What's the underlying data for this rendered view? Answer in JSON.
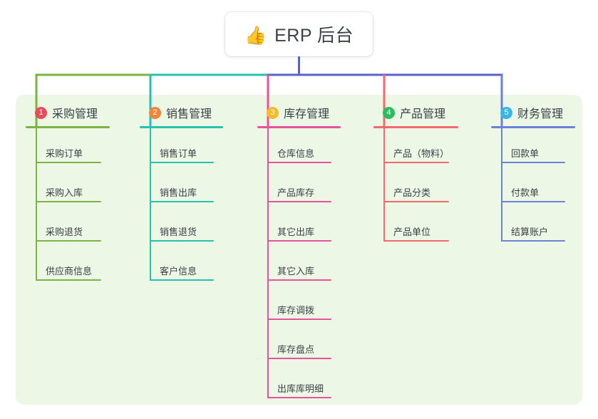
{
  "root": {
    "icon": "thumbs-up-icon",
    "emoji": "👍",
    "title": "ERP 后台"
  },
  "theme": {
    "panel_bg": "#edf7e6",
    "card_bg": "#ffffff",
    "text": "#3b3f46",
    "trunk_line": "#5b5fcf"
  },
  "columns": [
    {
      "number": "1",
      "label": "采购管理",
      "badge_color": "#ea4a5a",
      "line_color": "#7cb342",
      "items": [
        "采购订单",
        "采购入库",
        "采购退货",
        "供应商信息"
      ]
    },
    {
      "number": "2",
      "label": "销售管理",
      "badge_color": "#f08437",
      "line_color": "#27c2ae",
      "items": [
        "销售订单",
        "销售出库",
        "销售退货",
        "客户信息"
      ]
    },
    {
      "number": "3",
      "label": "库存管理",
      "badge_color": "#f6ba2a",
      "line_color": "#e8529a",
      "items": [
        "仓库信息",
        "产品库存",
        "其它出库",
        "其它入库",
        "库存调拨",
        "库存盘点",
        "出库库明细"
      ]
    },
    {
      "number": "4",
      "label": "产品管理",
      "badge_color": "#27bf5e",
      "line_color": "#f4696d",
      "items": [
        "产品（物料）",
        "产品分类",
        "产品单位"
      ]
    },
    {
      "number": "5",
      "label": "财务管理",
      "badge_color": "#38b6e8",
      "line_color": "#6b82d6",
      "items": [
        "回款单",
        "付款单",
        "结算账户"
      ]
    }
  ]
}
